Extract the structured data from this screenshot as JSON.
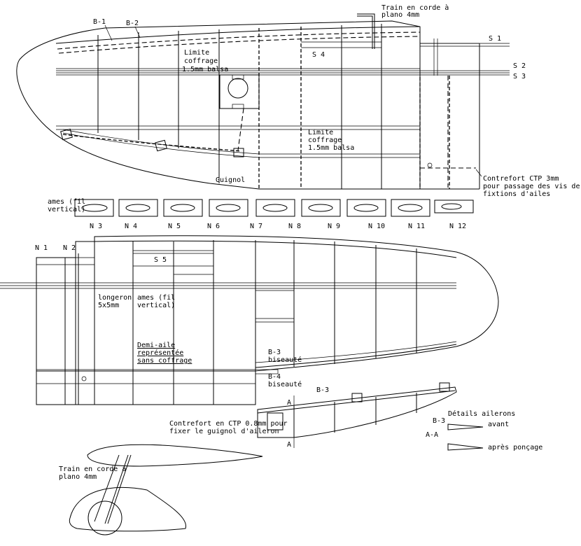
{
  "upper_view": {
    "labels": {
      "b1": "B-1",
      "b2": "B-2",
      "train_line1": "Train en corde à",
      "train_line2": "plano 4mm",
      "limit1_line1": "Limite",
      "limit1_line2": "coffrage",
      "limit1_line3": "1.5mm balsa",
      "s4": "S 4",
      "s1": "S 1",
      "s2": "S 2",
      "s3": "S 3",
      "limit2_line1": "Limite",
      "limit2_line2": "coffrage",
      "limit2_line3": "1.5mm balsa",
      "guignol": "Guignol",
      "contrefort_line1": "Contrefort CTP 3mm",
      "contrefort_line2": "pour passage des vis de",
      "contrefort_line3": "fixtions d'ailes"
    }
  },
  "ribs": {
    "ames_line1": "ames (fil",
    "ames_line2": "vertical)",
    "labels": [
      "N 3",
      "N 4",
      "N 5",
      "N 6",
      "N 7",
      "N 8",
      "N 9",
      "N 10",
      "N 11",
      "N 12"
    ]
  },
  "lower_view": {
    "labels": {
      "n1": "N 1",
      "n2": "N 2",
      "s5": "S 5",
      "longeron_line1": "longeron",
      "longeron_line2": "5x5mm",
      "ames_line1": "ames (fil",
      "ames_line2": "vertical)",
      "demi_aile_line1": "Demi-aile",
      "demi_aile_line2": "représentée",
      "demi_aile_line3": "sans coffrage",
      "b3_line1": "B-3",
      "b3_line2": "biseauté",
      "b4_line1": "B-4",
      "b4_line2": "biseauté"
    }
  },
  "aileron": {
    "b3": "B-3",
    "a_top": "A",
    "a_bottom": "A",
    "contrefort_line1": "Contrefort en CTP 0.8mm pour",
    "contrefort_line2": "fixer le guignol d'aileron",
    "details_title": "Détails ailerons",
    "b3_detail": "B-3",
    "section": "A-A",
    "avant": "avant",
    "apres": "après ponçage"
  },
  "side_view": {
    "train_line1": "Train en corde à",
    "train_line2": "plano 4mm"
  }
}
